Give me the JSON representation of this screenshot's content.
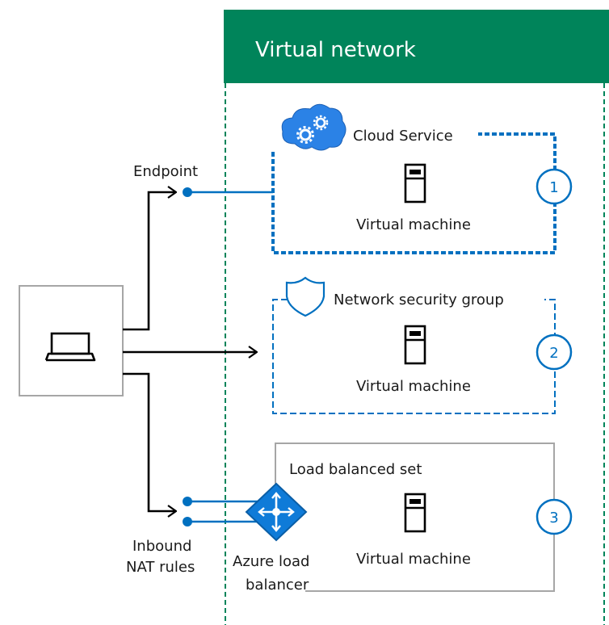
{
  "virtual_network": {
    "title": "Virtual network"
  },
  "cloud_service": {
    "title": "Cloud Service",
    "vm_label": "Virtual machine",
    "number": "1"
  },
  "nsg": {
    "title": "Network security group",
    "vm_label": "Virtual machine",
    "number": "2"
  },
  "load_balanced_set": {
    "title": "Load balanced set",
    "vm_label": "Virtual machine",
    "number": "3"
  },
  "endpoint_label": "Endpoint",
  "inbound_nat": {
    "line1": "Inbound",
    "line2": "NAT rules"
  },
  "azure_lb": {
    "line1": "Azure load",
    "line2": "balancer"
  },
  "icons": {
    "client": "laptop-icon",
    "cloud": "cloud-gears-icon",
    "shield": "shield-icon",
    "vm": "server-tower-icon",
    "load_balancer": "load-balancer-icon"
  },
  "colors": {
    "vnet_green": "#00845a",
    "accent_blue": "#0070c0",
    "gray_border": "#a6a6a6",
    "line_black": "#000000"
  }
}
